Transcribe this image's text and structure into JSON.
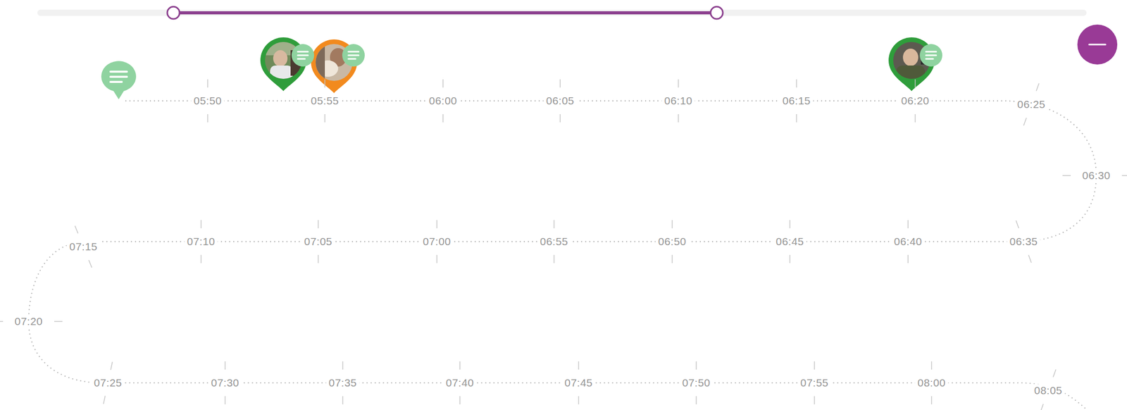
{
  "diagram": {
    "labels": [
      "05:50",
      "05:55",
      "06:00",
      "06:05",
      "06:10",
      "06:15",
      "06:20",
      "06:25",
      "06:30",
      "06:35",
      "06:40",
      "06:45",
      "06:50",
      "06:55",
      "07:00",
      "07:05",
      "07:10",
      "07:15",
      "07:20",
      "07:25",
      "07:30",
      "07:35",
      "07:40",
      "07:45",
      "07:50",
      "07:55",
      "08:00",
      "08:05"
    ]
  }
}
